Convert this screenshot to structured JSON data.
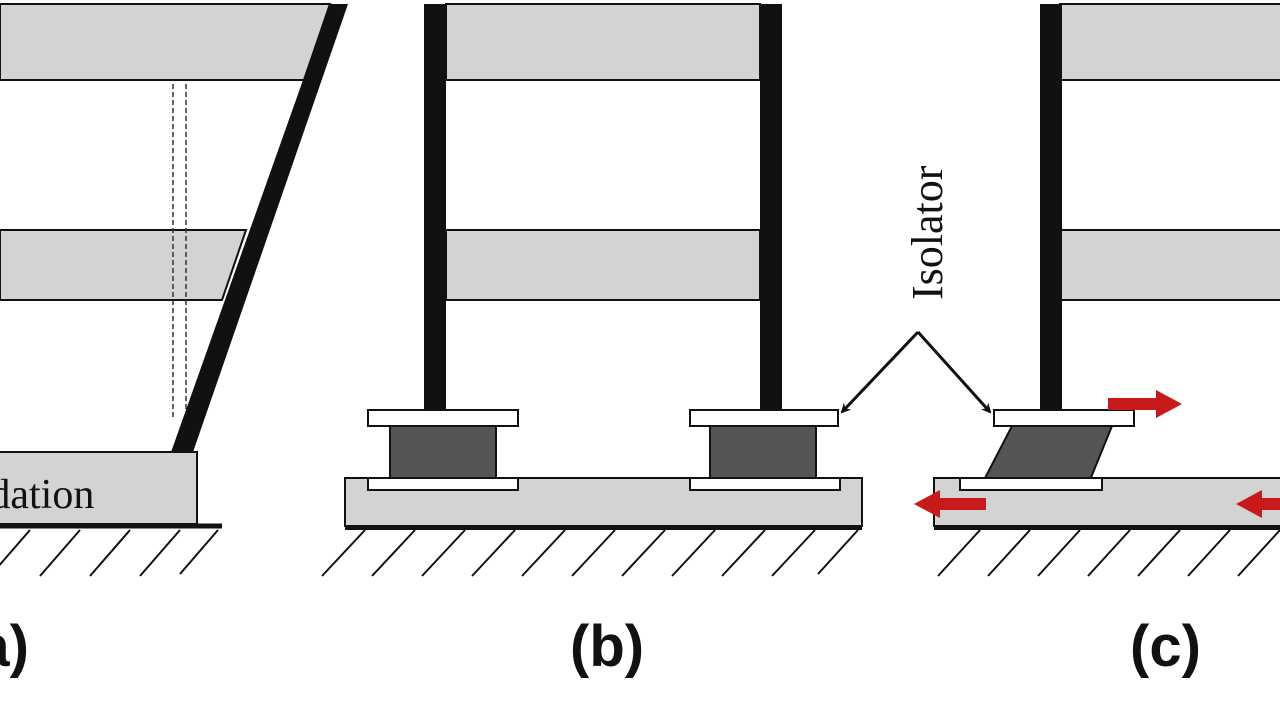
{
  "panels": [
    {
      "id": "a",
      "label": "(a)",
      "foundation_label": "Foundation"
    },
    {
      "id": "b",
      "label": "(b)"
    },
    {
      "id": "c",
      "label": "(c)"
    }
  ],
  "annotation": {
    "isolator_label": "Isolator"
  },
  "colors": {
    "slab_fill": "#d3d3d3",
    "column": "#111111",
    "rubber_core": "#555555",
    "plate_fill": "#ffffff",
    "foundation_fill": "#d3d3d3",
    "arrow_red": "#c81a1a",
    "outline": "#111111"
  }
}
